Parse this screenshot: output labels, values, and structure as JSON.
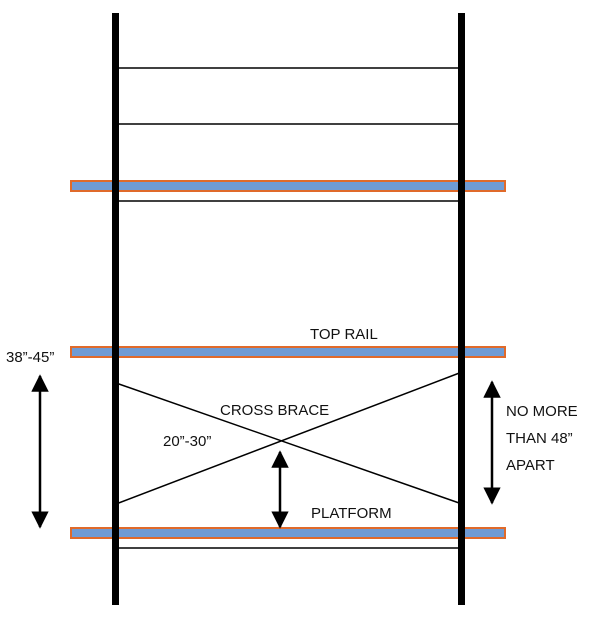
{
  "labels": {
    "top_rail": "TOP RAIL",
    "cross_brace": "CROSS BRACE",
    "platform": "PLATFORM",
    "top_rail_height": "38”-45”",
    "midrail_height": "20”-30”",
    "spacing_line1": "NO MORE",
    "spacing_line2": "THAN 48”",
    "spacing_line3": "APART"
  },
  "colors": {
    "post": "#000000",
    "rung": "#000000",
    "plank_fill": "#6f9bd4",
    "plank_edge": "#e06a2a",
    "arrow": "#000000"
  }
}
